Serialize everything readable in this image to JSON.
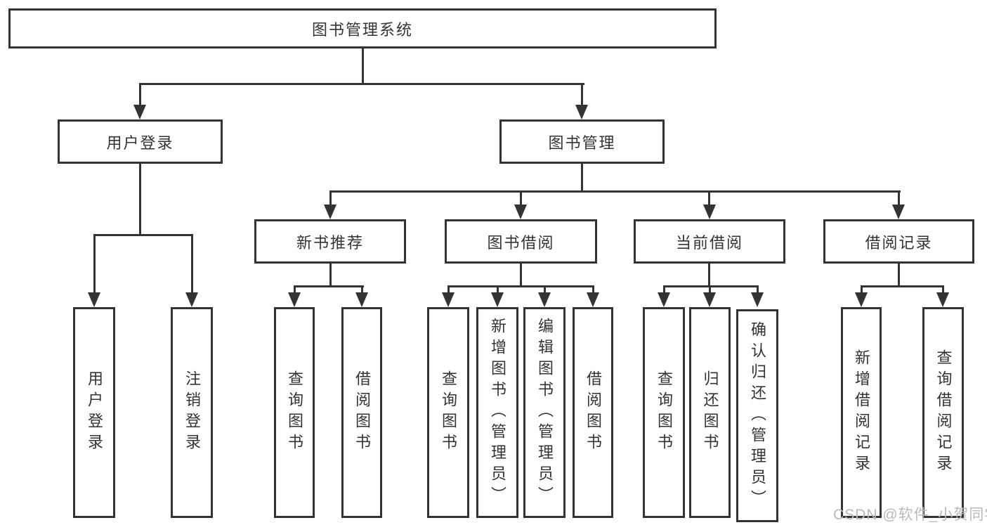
{
  "diagram": {
    "root": "图书管理系统",
    "branches": [
      {
        "label": "用户登录",
        "children": [
          "用户登录",
          "注销登录"
        ]
      },
      {
        "label": "图书管理",
        "groups": [
          {
            "label": "新书推荐",
            "children": [
              "查询图书",
              "借阅图书"
            ]
          },
          {
            "label": "图书借阅",
            "children": [
              "查询图书",
              "新增图书（管理员）",
              "编辑图书（管理员）",
              "借阅图书"
            ]
          },
          {
            "label": "当前借阅",
            "children": [
              "查询图书",
              "归还图书",
              "确认归还（管理员）"
            ]
          },
          {
            "label": "借阅记录",
            "children": [
              "新增借阅记录",
              "查询借阅记录"
            ]
          }
        ]
      }
    ]
  },
  "watermark": {
    "text": "CSDN @软件_小贺同学"
  },
  "colors": {
    "line": "#333333",
    "text": "#333333",
    "watermark": "#b7babe",
    "background": "#ffffff"
  }
}
